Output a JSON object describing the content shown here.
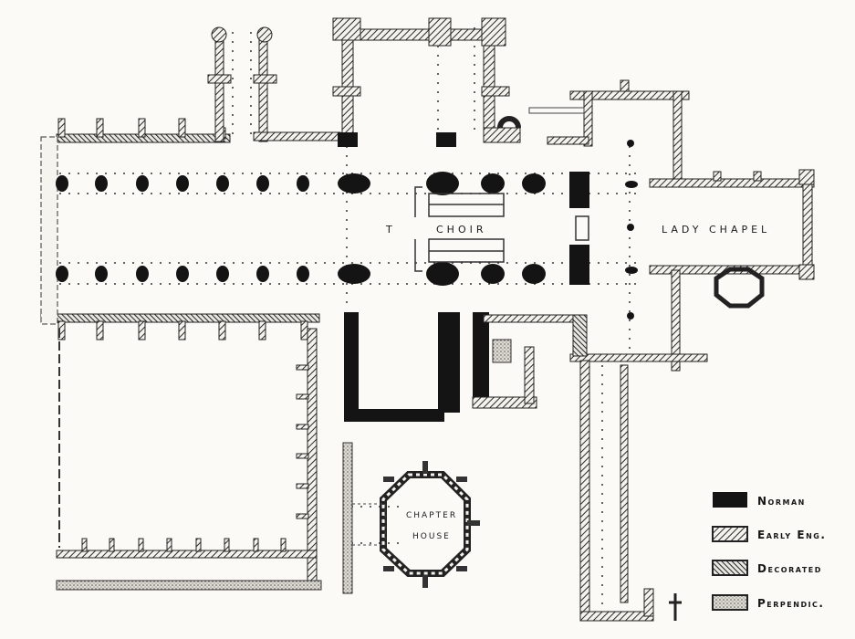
{
  "plan": {
    "labels": {
      "choir": "CHOIR",
      "lady_chapel": "LADY CHAPEL",
      "chapter_house": "CHAPTER",
      "chapter_house_2": "HOUSE",
      "tomb_mark": "T"
    }
  },
  "legend": {
    "items": [
      {
        "label": "Norman",
        "style": "solid",
        "color": "#141414"
      },
      {
        "label": "Early Eng.",
        "style": "hatch-right",
        "color": "#333333"
      },
      {
        "label": "Decorated",
        "style": "hatch-left",
        "color": "#333333"
      },
      {
        "label": "Perpendic.",
        "style": "stipple",
        "color": "#777777"
      }
    ]
  }
}
